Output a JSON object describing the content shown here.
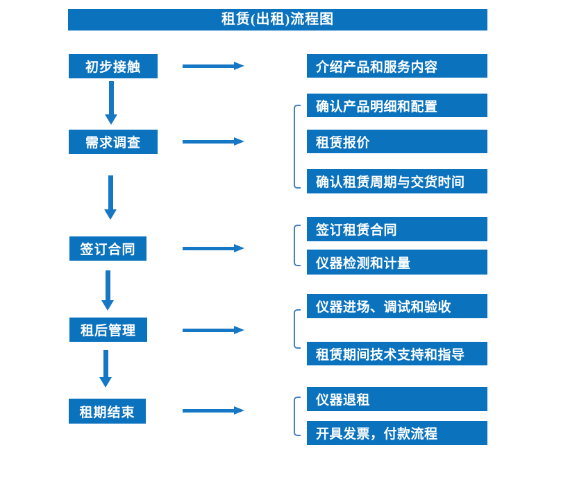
{
  "title": "租赁(出租)流程图",
  "colors": {
    "box_blue": "#0b72be",
    "arrow_blue": "#1677c4",
    "bracket_blue": "#4080c0",
    "text_white": "#ffffff"
  },
  "flow": {
    "steps": [
      {
        "label": "初步接触",
        "outputs": [
          "介绍产品和服务内容"
        ]
      },
      {
        "label": "需求调查",
        "outputs": [
          "确认产品明细和配置",
          "租赁报价",
          "确认租赁周期与交货时间"
        ]
      },
      {
        "label": "签订合同",
        "outputs": [
          "签订租赁合同",
          "仪器检测和计量"
        ]
      },
      {
        "label": "租后管理",
        "outputs": [
          "仪器进场、调试和验收",
          "租赁期间技术支持和指导"
        ]
      },
      {
        "label": "租期结束",
        "outputs": [
          "仪器退租",
          "开具发票，付款流程"
        ]
      }
    ]
  }
}
